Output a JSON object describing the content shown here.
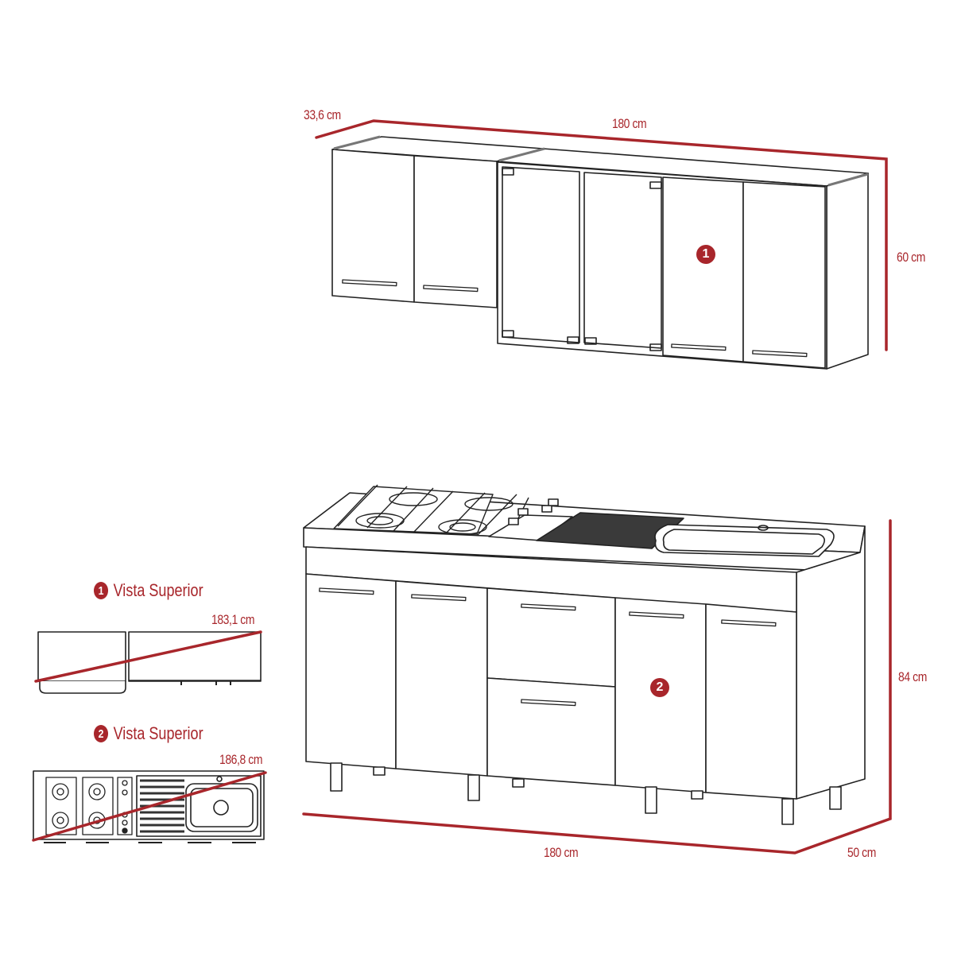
{
  "colors": {
    "accent": "#A8262B",
    "line": "#222222",
    "background": "#ffffff"
  },
  "upper_cabinet": {
    "badge": "1",
    "dimensions": {
      "depth": "33,6 cm",
      "width": "180 cm",
      "height": "60 cm"
    },
    "doors": [
      {
        "type": "solid",
        "handle": true
      },
      {
        "type": "solid",
        "handle": true
      },
      {
        "type": "glass",
        "handle": false
      },
      {
        "type": "glass",
        "handle": false
      },
      {
        "type": "solid",
        "handle": true
      },
      {
        "type": "solid",
        "handle": true
      }
    ]
  },
  "base_cabinet": {
    "badge": "2",
    "dimensions": {
      "width": "180 cm",
      "depth": "50 cm",
      "height": "84 cm"
    },
    "countertop": {
      "burners": 4,
      "knobs": 4,
      "drainboard": true,
      "sink": true
    },
    "fronts": [
      {
        "type": "door",
        "handle": true
      },
      {
        "type": "door",
        "handle": true
      },
      {
        "type": "drawer",
        "handle": true
      },
      {
        "type": "drawer",
        "handle": true
      },
      {
        "type": "door",
        "handle": true
      },
      {
        "type": "door",
        "handle": true
      }
    ]
  },
  "top_views": [
    {
      "badge": "1",
      "title": "Vista Superior",
      "diagonal": "183,1 cm"
    },
    {
      "badge": "2",
      "title": "Vista Superior",
      "diagonal": "186,8 cm"
    }
  ]
}
